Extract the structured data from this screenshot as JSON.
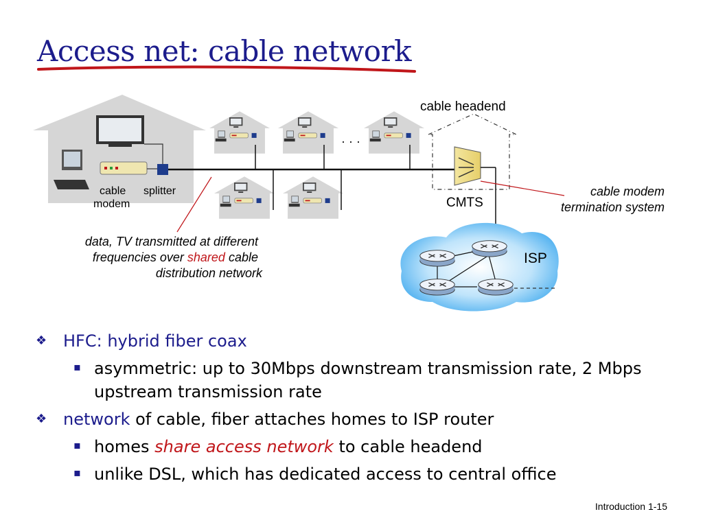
{
  "title": "Access net: cable network",
  "diagram": {
    "cable_headend": "cable headend",
    "cable_label": "cable",
    "modem_label": "modem",
    "splitter_label": "splitter",
    "cmts_label": "CMTS",
    "cmts_desc_1": "cable modem",
    "cmts_desc_2": "termination system",
    "isp_label": "ISP",
    "ellipsis": "· · ·",
    "data_note_1": "data, TV transmitted at different",
    "data_note_2a": "frequencies over ",
    "data_note_2b": "shared",
    "data_note_2c": " cable",
    "data_note_3": "distribution network"
  },
  "bullets": {
    "b1_text": "HFC: hybrid fiber coax",
    "b1_sub": "asymmetric: up to 30Mbps downstream transmission rate, 2 Mbps upstream transmission rate",
    "b2_word": "network",
    "b2_rest": " of cable, fiber attaches homes to ISP router",
    "b2_sub1_a": "homes ",
    "b2_sub1_b": "share access network",
    "b2_sub1_c": " to cable headend",
    "b2_sub2": "unlike DSL, which has dedicated access to central office"
  },
  "footer": {
    "label": "Introduction",
    "page": "1-15"
  },
  "colors": {
    "title": "#1c1c8c",
    "accent_red": "#c0161a",
    "cloud": "#4fb3f0",
    "house": "#d6d6d6"
  }
}
